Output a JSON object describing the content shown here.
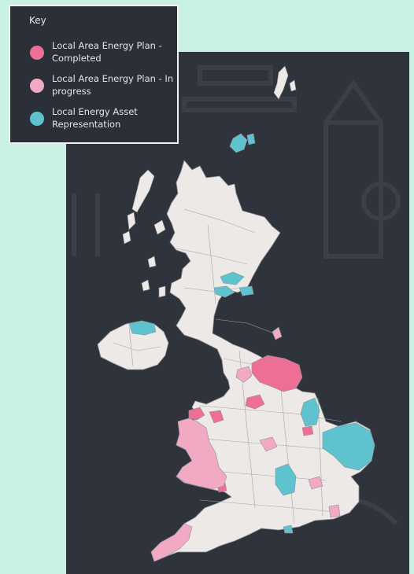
{
  "legend": {
    "title": "Key",
    "items": [
      {
        "label": "Local Area Energy Plan - Completed",
        "color": "#ee6f96"
      },
      {
        "label": "Local Area Energy Plan - In progress",
        "color": "#f2a9c4"
      },
      {
        "label": "Local Energy Asset Representation",
        "color": "#5fc3cf"
      }
    ]
  },
  "colors": {
    "background": "#c9f1e3",
    "map_background": "#2f333b",
    "land": "#ece9e6",
    "boundary": "#8f9298",
    "completed": "#ee6f96",
    "in_progress": "#f2a9c4",
    "asset_representation": "#5fc3cf"
  }
}
